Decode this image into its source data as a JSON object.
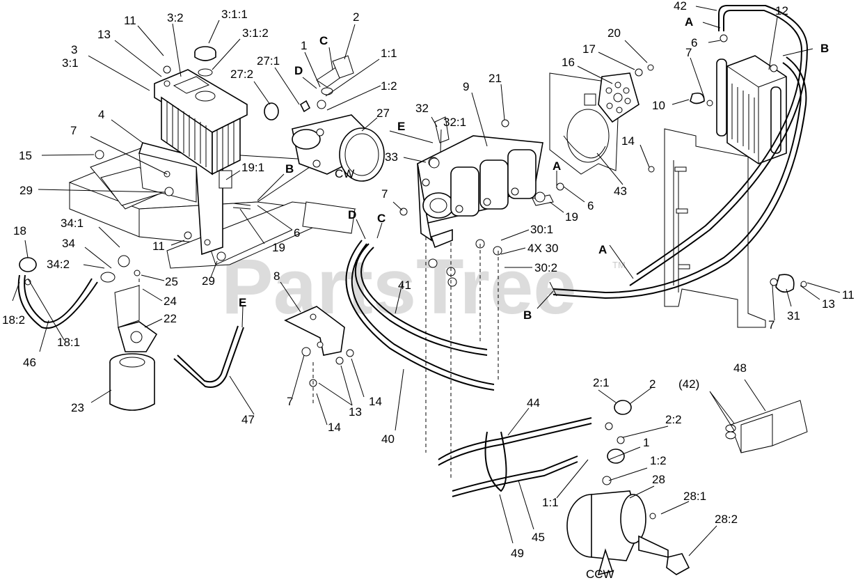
{
  "watermark": {
    "text": "PartsTree",
    "trademark": "TM"
  },
  "orientation_labels": {
    "cw": "CW",
    "ccw": "CCW"
  },
  "callouts": {
    "c_42_top": "42",
    "c_A_top": "A",
    "c_12": "12",
    "c_B_top": "B",
    "c_6_top": "6",
    "c_7_top": "7",
    "c_10": "10",
    "c_20": "20",
    "c_17": "17",
    "c_16": "16",
    "c_21": "21",
    "c_9": "9",
    "c_14_r": "14",
    "c_43": "43",
    "c_11_tl": "11",
    "c_3_2": "3:2",
    "c_3_1_1": "3:1:1",
    "c_3_1_2": "3:1:2",
    "c_13_tl": "13",
    "c_3": "3",
    "c_3_1": "3:1",
    "c_1_top": "1",
    "c_C_top": "C",
    "c_2_top": "2",
    "c_27_1": "27:1",
    "c_1_1_top": "1:1",
    "c_27_2": "27:2",
    "c_D_top": "D",
    "c_1_2_top": "1:2",
    "c_27": "27",
    "c_32": "32",
    "c_32_1": "32:1",
    "c_E_top": "E",
    "c_33": "33",
    "c_4": "4",
    "c_7_left": "7",
    "c_15": "15",
    "c_19_1": "19:1",
    "c_B_mid": "B",
    "c_29_a": "29",
    "c_A_mid": "A",
    "c_6_mid": "6",
    "c_19_mid": "19",
    "c_7_mid": "7",
    "c_6_left": "6",
    "c_19_left": "19",
    "c_D_mid": "D",
    "c_C_mid": "C",
    "c_34_1": "34:1",
    "c_18": "18",
    "c_34": "34",
    "c_34_2": "34:2",
    "c_11_left": "11",
    "c_29_b": "29",
    "c_30_1": "30:1",
    "c_4x30": "4X 30",
    "c_30_2": "30:2",
    "c_25": "25",
    "c_24": "24",
    "c_22": "22",
    "c_8": "8",
    "c_41": "41",
    "c_E_mid": "E",
    "c_18_2": "18:2",
    "c_18_1": "18:1",
    "c_46": "46",
    "c_23": "23",
    "c_47": "47",
    "c_A_right": "A",
    "c_B_right": "B",
    "c_31": "31",
    "c_13_right": "13",
    "c_11_right": "11",
    "c_7_right": "7",
    "c_7_bot": "7",
    "c_13_bot": "13",
    "c_14_bot_r": "14",
    "c_14_bot": "14",
    "c_40": "40",
    "c_2_1": "2:1",
    "c_2_bot": "2",
    "c_2_2": "2:2",
    "c_1_bot": "1",
    "c_1_2_bot": "1:2",
    "c_28": "28",
    "c_42_paren": "(42)",
    "c_48": "48",
    "c_44": "44",
    "c_1_1_bot": "1:1",
    "c_28_1": "28:1",
    "c_28_2": "28:2",
    "c_45": "45",
    "c_49": "49"
  }
}
